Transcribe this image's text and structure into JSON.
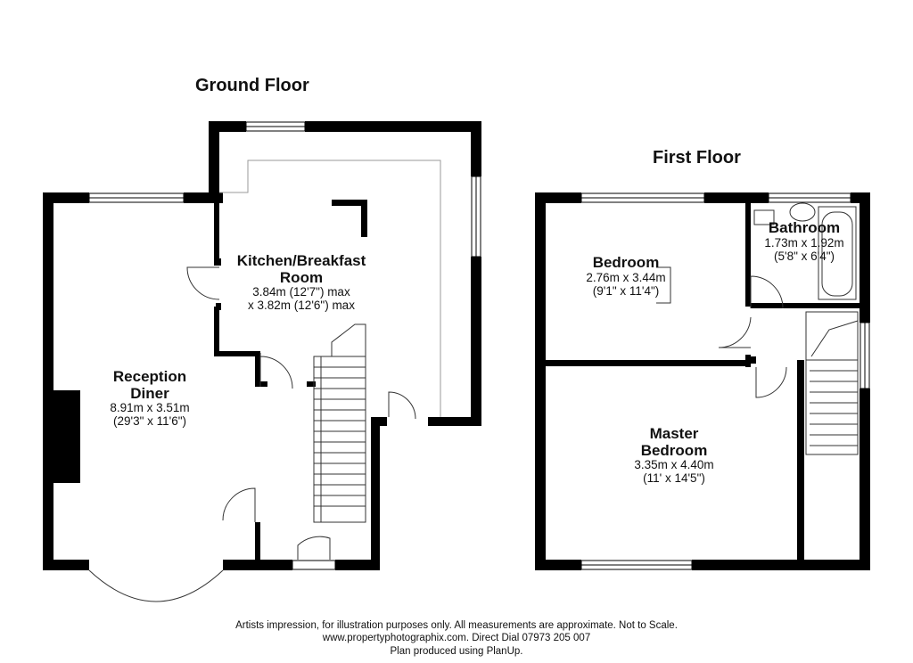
{
  "floors": {
    "ground": {
      "title": "Ground Floor",
      "rooms": {
        "kitchen": {
          "name_line1": "Kitchen/Breakfast",
          "name_line2": "Room",
          "dim_line1": "3.84m (12'7\") max",
          "dim_line2": "x 3.82m (12'6\") max"
        },
        "reception": {
          "name_line1": "Reception",
          "name_line2": "Diner",
          "dim_line1": "8.91m x 3.51m",
          "dim_line2": "(29'3\" x 11'6\")"
        }
      }
    },
    "first": {
      "title": "First Floor",
      "rooms": {
        "bedroom": {
          "name_line1": "Bedroom",
          "dim_line1": "2.76m x 3.44m",
          "dim_line2": "(9'1\" x 11'4\")"
        },
        "bathroom": {
          "name_line1": "Bathroom",
          "dim_line1": "1.73m x 1.92m",
          "dim_line2": "(5'8\" x 6'4\")"
        },
        "master": {
          "name_line1": "Master",
          "name_line2": "Bedroom",
          "dim_line1": "3.35m x 4.40m",
          "dim_line2": "(11' x 14'5\")"
        }
      }
    }
  },
  "footer": {
    "line1": "Artists impression, for illustration purposes only. All measurements are approximate. Not to Scale.",
    "line2": "www.propertyphotographix.com. Direct Dial 07973 205 007",
    "line3": "Plan produced using PlanUp."
  },
  "colors": {
    "wall": "#000000",
    "fixture_line": "#9a9a9a",
    "background": "#ffffff"
  }
}
